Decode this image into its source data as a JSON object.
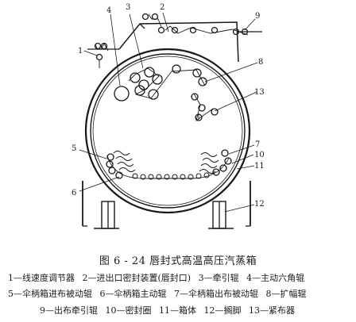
{
  "callouts": [
    "1",
    "2",
    "3",
    "4",
    "5",
    "6",
    "7",
    "8",
    "9",
    "10",
    "11",
    "12",
    "13"
  ],
  "caption": "图 6 - 24    唇封式高温高压汽蒸箱",
  "legend": [
    [
      "1—线速度调节器",
      "2—进出口密封装置(唇封口)",
      "3—牵引辊",
      "4—主动六角辊"
    ],
    [
      "5—伞柄箱进布被动辊",
      "6—伞柄箱主动辊",
      "7—伞柄箱出布被动辊",
      "8—扩幅辊"
    ],
    [
      "9—出布牵引辊",
      "10—密封圈",
      "11—箱体",
      "12—搁脚",
      "13—紧布器"
    ]
  ]
}
